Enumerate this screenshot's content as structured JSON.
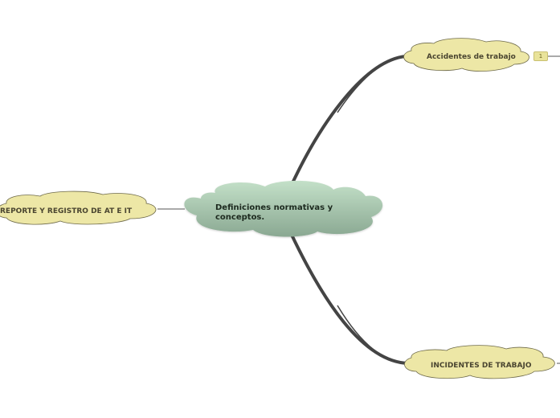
{
  "map": {
    "central": {
      "label": "Definiciones normativas y conceptos.",
      "fill_top": "#c3e0c8",
      "fill_bottom": "#8aa892"
    },
    "topics": [
      {
        "id": "accidentes",
        "label": "Accidentes de trabajo",
        "badge": "1"
      },
      {
        "id": "incidentes",
        "label": "INCIDENTES DE TRABAJO"
      },
      {
        "id": "reporte",
        "label": "REPORTE Y REGISTRO DE AT E IT"
      }
    ],
    "topic_fill": "#ede7a6",
    "topic_stroke": "#6e6a4a",
    "connector_color": "#444444"
  }
}
